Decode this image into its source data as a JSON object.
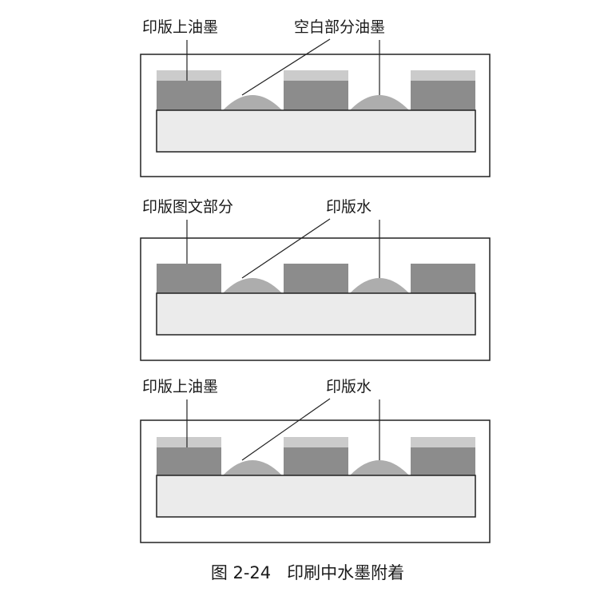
{
  "panels": [
    {
      "label_left": "印版上油墨",
      "label_right": "空白部分油墨",
      "has_ink_layer": true
    },
    {
      "label_left": "印版图文部分",
      "label_right": "印版水",
      "has_ink_layer": false
    },
    {
      "label_left": "印版上油墨",
      "label_right": "印版水",
      "has_ink_layer": true
    }
  ],
  "caption": "图 2-24   印刷中水墨附着",
  "colors": {
    "plate": "#8c8c8c",
    "ink_layer": "#cbcbcb",
    "dome": "#adadad",
    "substrate": "#ebebeb",
    "line": "#222222"
  }
}
